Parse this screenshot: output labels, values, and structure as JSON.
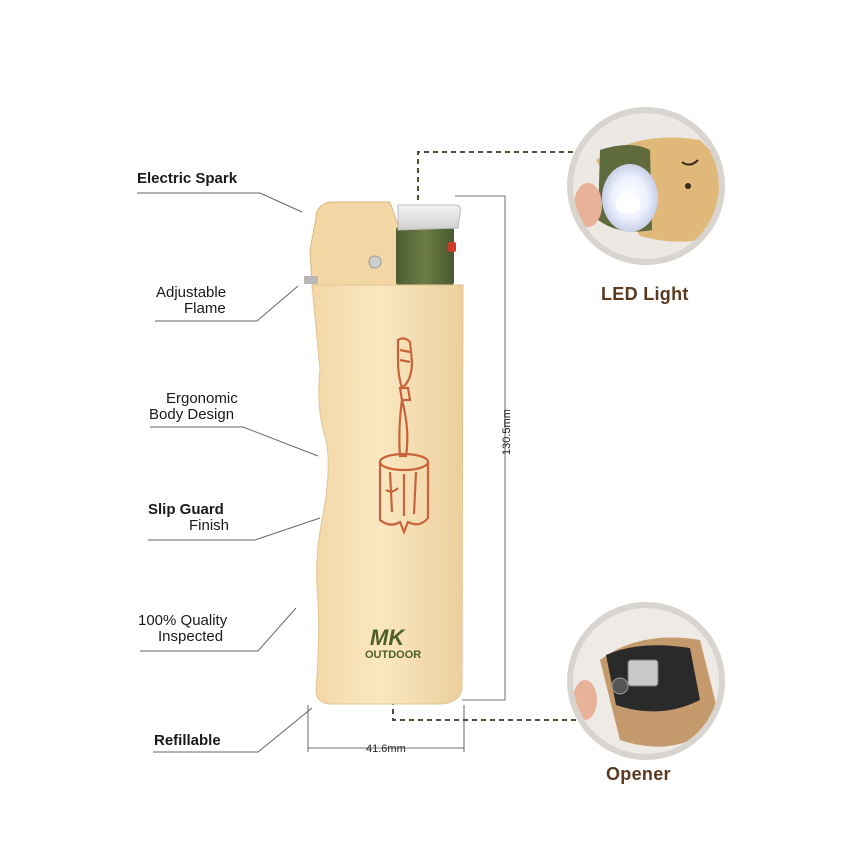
{
  "features": {
    "electric_spark": "Electric Spark",
    "adjustable_1": "Adjustable",
    "adjustable_2": "Flame",
    "ergonomic_1": "Ergonomic",
    "ergonomic_2": "Body Design",
    "slip_1": "Slip Guard",
    "slip_2": "Finish",
    "quality_1": "100% Quality",
    "quality_2": "Inspected",
    "refillable": "Refillable"
  },
  "callouts": {
    "led": "LED Light",
    "opener": "Opener"
  },
  "dimensions": {
    "height": "130.5mm",
    "width": "41.6mm"
  },
  "brand": {
    "logo": "MK",
    "sub": "OUTDOOR"
  },
  "colors": {
    "body": "#f6dfb3",
    "cap_green": "#5f6f3e",
    "print_orange": "#c9643a",
    "title_brown": "#5b3a22"
  }
}
